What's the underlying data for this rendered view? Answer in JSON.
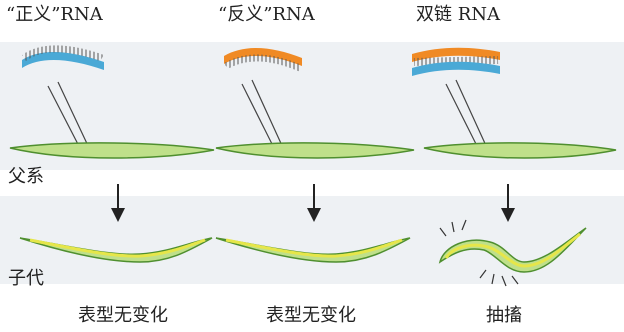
{
  "columns": [
    {
      "rna_label": "“正义”RNA",
      "result": "表型无变化"
    },
    {
      "rna_label": "“反义”RNA",
      "result": "表型无变化"
    },
    {
      "rna_label": "双链 RNA",
      "result": "抽搐"
    }
  ],
  "row_labels": {
    "parent": "父系",
    "offspring": "子代"
  },
  "colors": {
    "sense_strand": "#4aa9d6",
    "antisense_strand": "#f08a24",
    "worm_body": "#bfe08a",
    "worm_outline": "#4f8f2f",
    "worm_gut": "#e6e64a",
    "band_background": "#eef1f4"
  }
}
